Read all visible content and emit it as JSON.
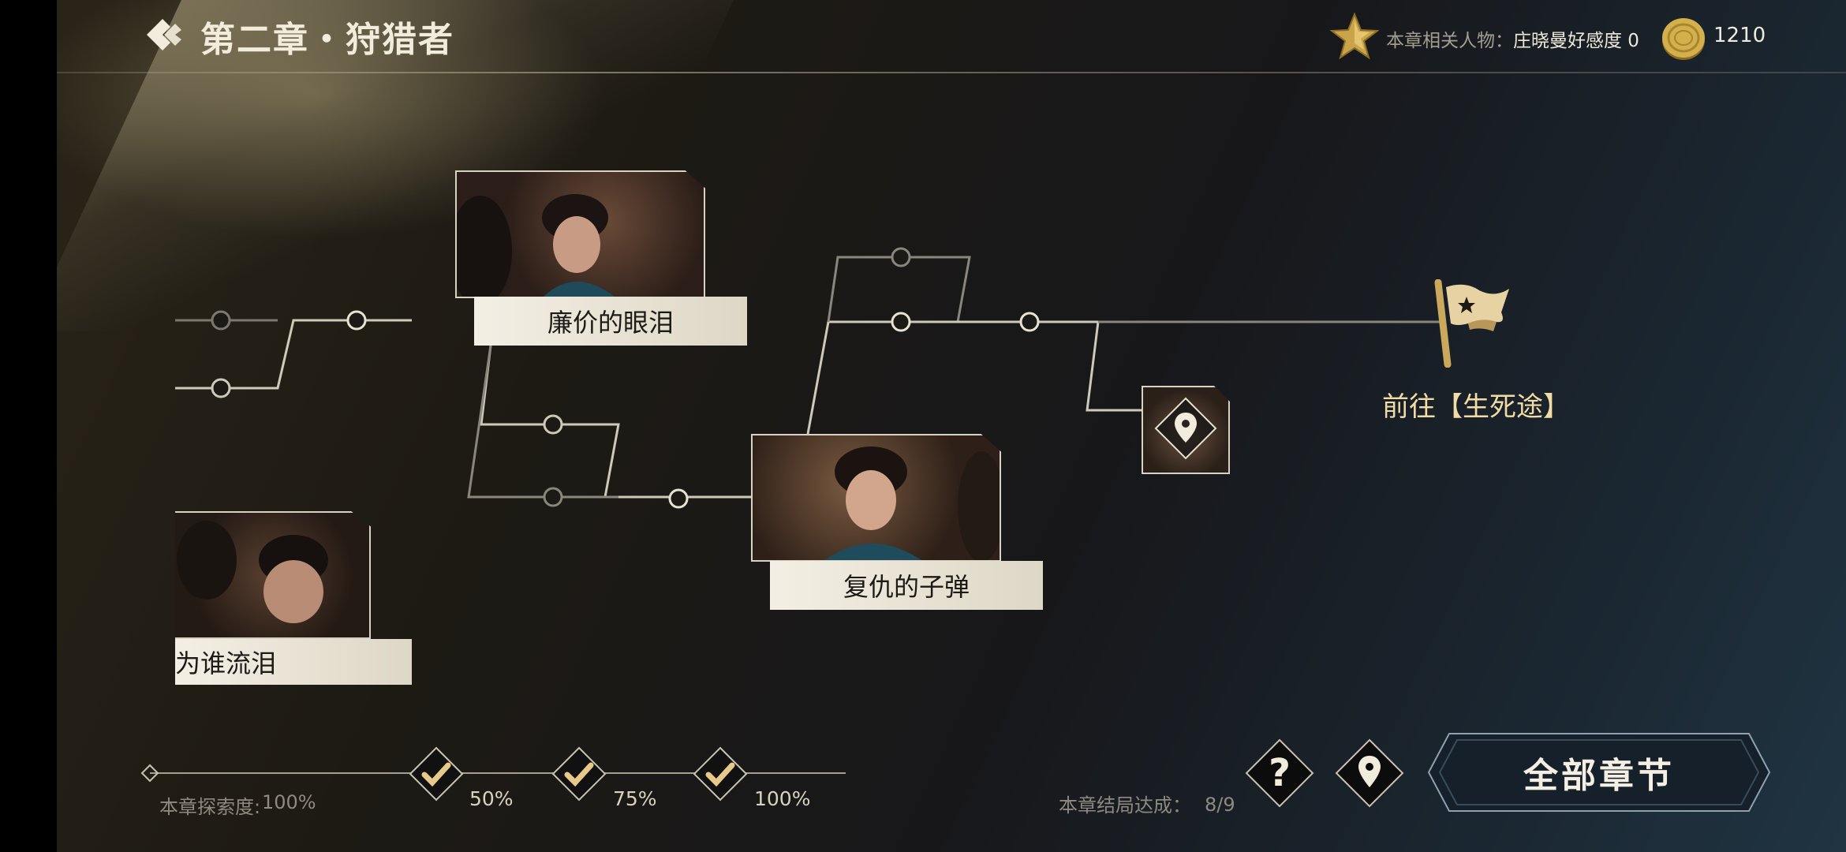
{
  "header": {
    "chapter_title": "第二章・狩猎者",
    "related_label": "本章相关人物：",
    "related_value": "庄晓曼好感度 0",
    "coins": "1210"
  },
  "nodes": [
    {
      "id": "cheap-tears",
      "label": "廉价的眼泪"
    },
    {
      "id": "revenge-bullet",
      "label": "复仇的子弹"
    },
    {
      "id": "for-whom-tears",
      "label": "为谁流泪"
    }
  ],
  "destination": {
    "label": "前往【生死途】"
  },
  "bottom": {
    "progress_label": "本章探索度:",
    "progress_value": "100%",
    "milestones": [
      "50%",
      "75%",
      "100%"
    ],
    "ending_label": "本章结局达成：",
    "ending_value": "8/9",
    "all_chapters_label": "全部章节"
  },
  "colors": {
    "accent_gold": "#e8c98a",
    "card_label_bg": "#ece7da",
    "line": "#d9d4c4"
  },
  "icons": [
    "back-chevron-icon",
    "star-icon",
    "coin-icon",
    "location-pin-icon",
    "flag-icon",
    "check-icon",
    "question-icon"
  ]
}
